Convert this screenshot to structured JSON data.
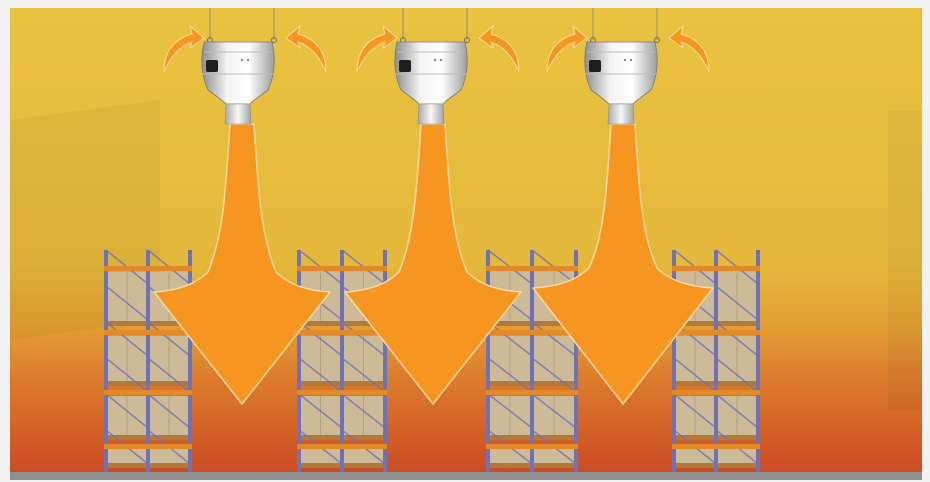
{
  "scene": {
    "colors": {
      "wall_top": "#E9C23E",
      "wall_mid": "#E3B53A",
      "heat_mid": "#E0862E",
      "heat_bottom": "#CE4A22",
      "floor": "#8E8F8F",
      "frame": "#EEEEEE",
      "airflow": "#F6951F",
      "airflow_edge": "#FBD9A0",
      "rack_upright": "#6E72B8",
      "rack_beam": "#E2892A",
      "box": "#CDBB98",
      "box_dark": "#B3A27F",
      "fan_body": "#E6E6E6",
      "fan_shadow": "#9A9A9A",
      "fan_badge": "#1E1E1E"
    },
    "fan_units": [
      {
        "name": "destratification-fan-1"
      },
      {
        "name": "destratification-fan-2"
      },
      {
        "name": "destratification-fan-3"
      }
    ],
    "racks": [
      {
        "name": "pallet-rack-1"
      },
      {
        "name": "pallet-rack-2"
      },
      {
        "name": "pallet-rack-3"
      },
      {
        "name": "pallet-rack-4"
      }
    ]
  }
}
